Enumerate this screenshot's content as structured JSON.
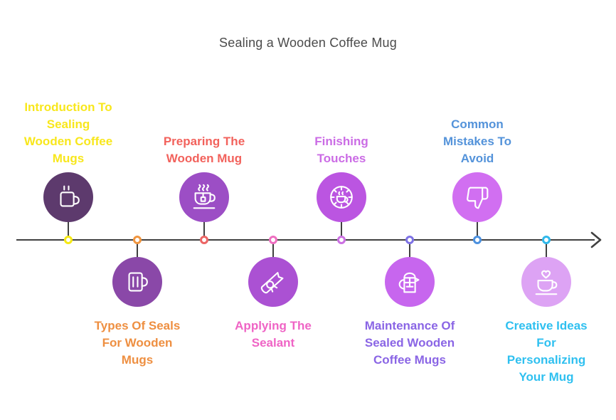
{
  "title": "Sealing a Wooden Coffee Mug",
  "title_color": "#4b4b4b",
  "timeline": {
    "line_color": "#404040"
  },
  "steps": [
    {
      "label": "Introduction To\nSealing\nWooden Coffee\nMugs",
      "position": "top",
      "label_color": "#f8e71c",
      "circle_color": "#5d3a6d",
      "dot_color": "#f5e915",
      "icon": "steaming-mug-icon"
    },
    {
      "label": "Types Of Seals\nFor Wooden\nMugs",
      "position": "bottom",
      "label_color": "#ee8f41",
      "circle_color": "#8a48a8",
      "dot_color": "#f0953f",
      "icon": "beer-mug-icon"
    },
    {
      "label": "Preparing The\nWooden Mug",
      "position": "top",
      "label_color": "#f2625c",
      "circle_color": "#9c4ec5",
      "dot_color": "#ec6565",
      "icon": "teacup-teabag-icon"
    },
    {
      "label": "Applying The\nSealant",
      "position": "bottom",
      "label_color": "#ef64c5",
      "circle_color": "#ab51d3",
      "dot_color": "#ee6fc0",
      "icon": "diploma-seal-icon"
    },
    {
      "label": "Finishing\nTouches",
      "position": "top",
      "label_color": "#cb6ce5",
      "circle_color": "#bb55e1",
      "dot_color": "#cb70e2",
      "icon": "coffee-clock-icon"
    },
    {
      "label": "Maintenance Of\nSealed Wooden\nCoffee Mugs",
      "position": "bottom",
      "label_color": "#8a65e5",
      "circle_color": "#c766ee",
      "dot_color": "#7e72e5",
      "icon": "french-press-icon"
    },
    {
      "label": "Common\nMistakes To\nAvoid",
      "position": "top",
      "label_color": "#5493da",
      "circle_color": "#d16ff1",
      "dot_color": "#4c91df",
      "icon": "thumbs-down-icon"
    },
    {
      "label": "Creative Ideas\nFor\nPersonalizing\nYour Mug",
      "position": "bottom",
      "label_color": "#2fc0f0",
      "circle_color": "#dda3f4",
      "dot_color": "#2fb8ea",
      "icon": "heart-cup-icon"
    }
  ]
}
